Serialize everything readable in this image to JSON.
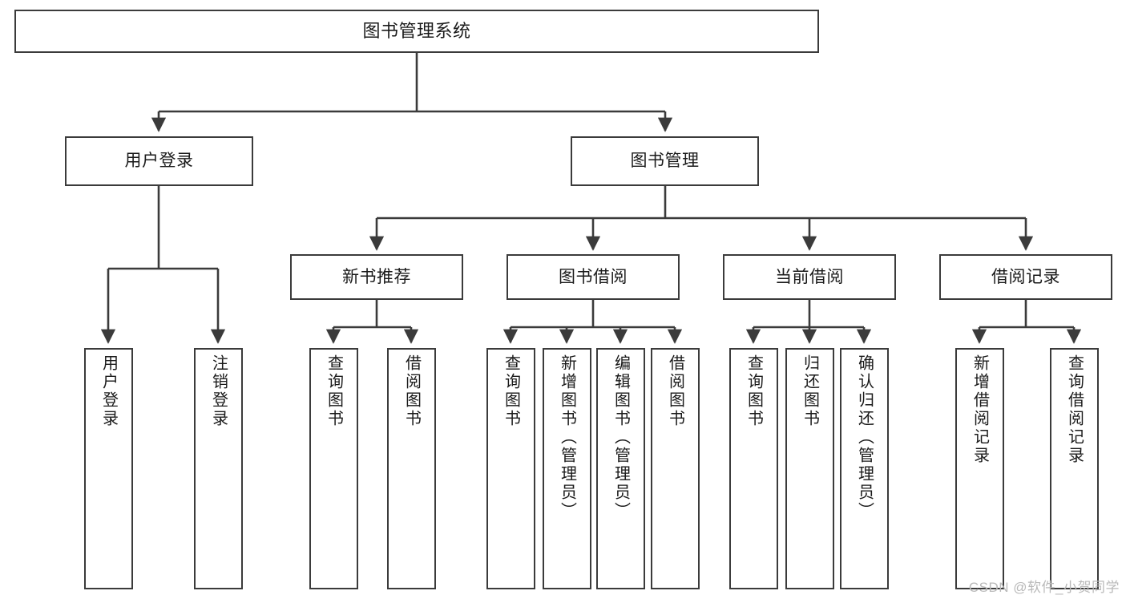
{
  "diagram": {
    "type": "tree-hierarchy",
    "title": "图书管理系统",
    "line_color": "#3b3b3b",
    "box_fill": "#ffffff",
    "text_color": "#1a1a1a",
    "levels": 4,
    "nodes": {
      "root": {
        "label": "图书管理系统"
      },
      "level2": [
        {
          "label": "用户登录"
        },
        {
          "label": "图书管理"
        }
      ],
      "level3": [
        {
          "label": "新书推荐"
        },
        {
          "label": "图书借阅"
        },
        {
          "label": "当前借阅"
        },
        {
          "label": "借阅记录"
        }
      ],
      "leaves_user_login": [
        {
          "label": "用户登录"
        },
        {
          "label": "注销登录"
        }
      ],
      "leaves_new_book": [
        {
          "label": "查询图书"
        },
        {
          "label": "借阅图书"
        }
      ],
      "leaves_borrow": [
        {
          "label": "查询图书"
        },
        {
          "label": "新增图书（管理员）"
        },
        {
          "label": "编辑图书（管理员）"
        },
        {
          "label": "借阅图书"
        }
      ],
      "leaves_current": [
        {
          "label": "查询图书"
        },
        {
          "label": "归还图书"
        },
        {
          "label": "确认归还（管理员）"
        }
      ],
      "leaves_records": [
        {
          "label": "新增借阅记录"
        },
        {
          "label": "查询借阅记录"
        }
      ]
    }
  },
  "watermark": {
    "text": "CSDN @软件_小贺同学"
  }
}
